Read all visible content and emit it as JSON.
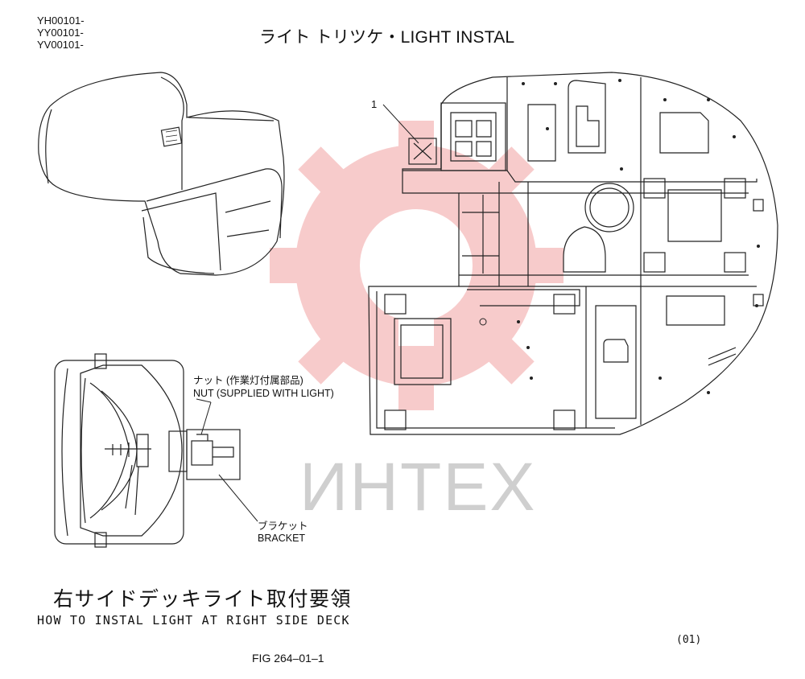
{
  "header": {
    "serials": [
      "YH00101-",
      "YY00101-",
      "YV00101-"
    ],
    "title": "ライト トリツケ・LIGHT INSTAL"
  },
  "callouts": {
    "part_number": "1"
  },
  "detail_labels": {
    "nut_jp": "ナット (作業灯付属部品)",
    "nut_en": "NUT (SUPPLIED WITH LIGHT)",
    "bracket_jp": "ブラケット",
    "bracket_en": "BRACKET"
  },
  "caption": {
    "jp": "右サイドデッキライト取付要領",
    "en": "HOW TO INSTAL LIGHT AT RIGHT SIDE DECK"
  },
  "footer": {
    "sheet_code": "(01)",
    "figure": "FIG 264–01–1"
  },
  "watermark": {
    "text": "ИНТЕХ",
    "logo_color": "#f4b8b8",
    "text_color": "#cfcfcf"
  }
}
